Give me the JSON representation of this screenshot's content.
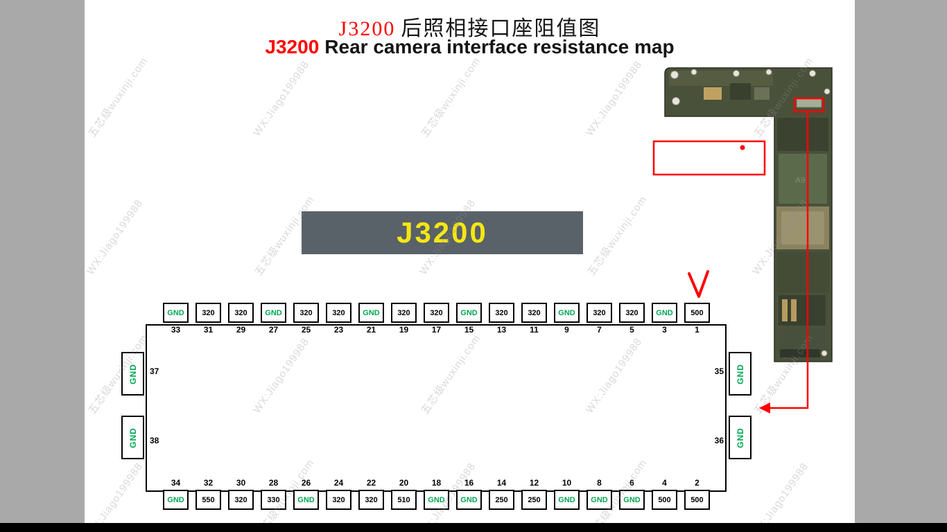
{
  "title": {
    "designator": "J3200",
    "chinese": "后照相接口座阻值图",
    "english": "Rear camera interface resistance map"
  },
  "label_box": {
    "text": "J3200"
  },
  "connector": {
    "top_pins": [
      {
        "pin": "33",
        "value": "GND"
      },
      {
        "pin": "31",
        "value": "320"
      },
      {
        "pin": "29",
        "value": "320"
      },
      {
        "pin": "27",
        "value": "GND"
      },
      {
        "pin": "25",
        "value": "320"
      },
      {
        "pin": "23",
        "value": "320"
      },
      {
        "pin": "21",
        "value": "GND"
      },
      {
        "pin": "19",
        "value": "320"
      },
      {
        "pin": "17",
        "value": "320"
      },
      {
        "pin": "15",
        "value": "GND"
      },
      {
        "pin": "13",
        "value": "320"
      },
      {
        "pin": "11",
        "value": "320"
      },
      {
        "pin": "9",
        "value": "GND"
      },
      {
        "pin": "7",
        "value": "320"
      },
      {
        "pin": "5",
        "value": "320"
      },
      {
        "pin": "3",
        "value": "GND"
      },
      {
        "pin": "1",
        "value": "500"
      }
    ],
    "bottom_pins": [
      {
        "pin": "34",
        "value": "GND"
      },
      {
        "pin": "32",
        "value": "550"
      },
      {
        "pin": "30",
        "value": "320"
      },
      {
        "pin": "28",
        "value": "330"
      },
      {
        "pin": "26",
        "value": "GND"
      },
      {
        "pin": "24",
        "value": "320"
      },
      {
        "pin": "22",
        "value": "320"
      },
      {
        "pin": "20",
        "value": "510"
      },
      {
        "pin": "18",
        "value": "GND"
      },
      {
        "pin": "16",
        "value": "GND"
      },
      {
        "pin": "14",
        "value": "250"
      },
      {
        "pin": "12",
        "value": "250"
      },
      {
        "pin": "10",
        "value": "GND"
      },
      {
        "pin": "8",
        "value": "GND"
      },
      {
        "pin": "6",
        "value": "GND"
      },
      {
        "pin": "4",
        "value": "500"
      },
      {
        "pin": "2",
        "value": "500"
      }
    ],
    "left_pins": [
      {
        "pin": "37",
        "value": "GND"
      },
      {
        "pin": "38",
        "value": "GND"
      }
    ],
    "right_pins": [
      {
        "pin": "35",
        "value": "GND"
      },
      {
        "pin": "36",
        "value": "GND"
      }
    ]
  },
  "board_label": "A9",
  "watermark": {
    "line1": "五芯级wuxinji.com",
    "line2": "WX:Jiago199988"
  },
  "colors": {
    "gnd_green": "#00a651",
    "annotation_red": "#ff0000",
    "label_box_bg": "#596169",
    "label_box_text": "#f5e613",
    "page_bg": "#ffffff",
    "outer_bg": "#a9a9a9"
  }
}
